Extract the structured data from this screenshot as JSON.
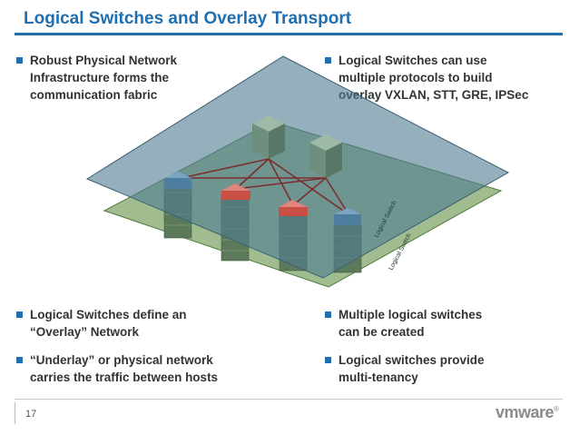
{
  "title": "Logical Switches and Overlay Transport",
  "bullets": {
    "top_left": "Robust Physical Network\nInfrastructure forms the\ncommunication fabric",
    "top_right": "Logical Switches can use\nmultiple protocols to build\noverlay VXLAN, STT, GRE, IPSec",
    "bottom_left_1": "Logical Switches define an\n“Overlay” Network",
    "bottom_left_2": "“Underlay” or physical network\ncarries the traffic between hosts",
    "bottom_right_1": "Multiple logical switches\ncan be created",
    "bottom_right_2": "Logical switches provide\nmulti-tenancy"
  },
  "diagram": {
    "plane_label_1": "Logical Switch",
    "plane_label_2": "Logical Switch"
  },
  "footer": {
    "page_number": "17",
    "logo": "vmware"
  },
  "colors": {
    "accent": "#1f6fb0",
    "blue_plane": "#4f7a91",
    "green_plane": "#6f9a55",
    "link_lines": "#7a2e2e",
    "red_host": "#c94f44"
  }
}
